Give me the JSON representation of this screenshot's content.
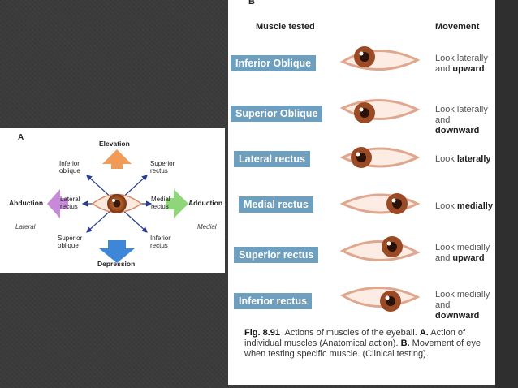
{
  "panel_a": {
    "letter": "A",
    "elevation": "Elevation",
    "depression": "Depression",
    "abduction_left": "Abduction",
    "adduction_right": "Adduction",
    "lateral": "Lateral",
    "medial": "Medial",
    "inferior_oblique": [
      "Inferior",
      "oblique"
    ],
    "superior_rectus": [
      "Superior",
      "rectus"
    ],
    "lateral_rectus": [
      "Lateral",
      "rectus"
    ],
    "medial_rectus": [
      "Medial",
      "rectus"
    ],
    "superior_oblique": [
      "Superior",
      "oblique"
    ],
    "inferior_rectus": [
      "Inferior",
      "rectus"
    ],
    "colors": {
      "elevation": "#f29a57",
      "depression": "#3d86d8",
      "abduction": "#c68ad9",
      "adduction": "#8fd57a",
      "iris": "#9a4a24"
    }
  },
  "panel_b": {
    "letter": "B",
    "header_muscle": "Muscle tested",
    "header_movement": "Movement",
    "rows": [
      {
        "label": "Inferior  Oblique",
        "move_plain": "Look laterally",
        "move_line2": "and ",
        "move_bold": "upward"
      },
      {
        "label": "Superior Oblique",
        "move_plain": "Look laterally",
        "move_line2": "and ",
        "move_bold": "downward"
      },
      {
        "label": "Lateral  rectus",
        "move_plain": "Look ",
        "move_line2": "",
        "move_bold": "laterally"
      },
      {
        "label": "Medial rectus",
        "move_plain": "Look ",
        "move_line2": "",
        "move_bold": "medially"
      },
      {
        "label": "Superior rectus",
        "move_plain": "Look medially",
        "move_line2": "and ",
        "move_bold": "upward"
      },
      {
        "label": "Inferior rectus",
        "move_plain": "Look medially",
        "move_line2": "and ",
        "move_bold": "downward"
      }
    ],
    "caption_fig": "Fig. 8.91",
    "caption_text1": "Actions of muscles of the eyeball. ",
    "caption_a": "A.",
    "caption_text2": " Action of individual muscles (Anatomical action). ",
    "caption_b": "B.",
    "caption_text3": " Movement of eye when testing specific muscle. (Clinical testing).",
    "label_color": "#6f9fbe"
  }
}
